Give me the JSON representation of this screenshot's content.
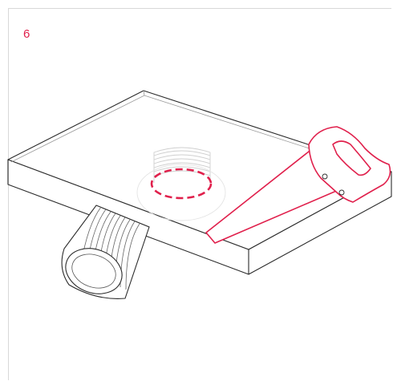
{
  "step": {
    "number": "6"
  },
  "colors": {
    "accent": "#e0204c",
    "outline": "#2b2b2b",
    "fill": "#ffffff",
    "frame": "#d8d8d8"
  },
  "icons": [
    "panel-board",
    "pipe-duct",
    "cut-circle-marker",
    "handsaw"
  ]
}
